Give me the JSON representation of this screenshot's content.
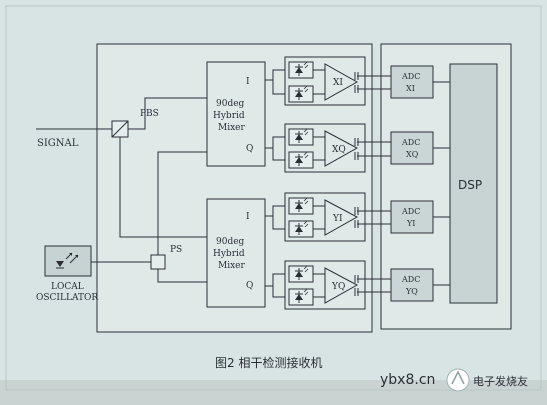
{
  "labels": {
    "signal": "SIGNAL",
    "pbs": "PBS",
    "ps": "PS",
    "local_osc_line1": "LOCAL",
    "local_osc_line2": "OSCILLATOR",
    "dsp": "DSP"
  },
  "mixers": [
    {
      "id": "top",
      "name1": "90deg",
      "name2": "Hybrid",
      "name3": "Mixer",
      "port_i": "I",
      "port_q": "Q"
    },
    {
      "id": "bottom",
      "name1": "90deg",
      "name2": "Hybrid",
      "name3": "Mixer",
      "port_i": "I",
      "port_q": "Q"
    }
  ],
  "amps": [
    "XI",
    "XQ",
    "YI",
    "YQ"
  ],
  "adcs": [
    {
      "top": "ADC",
      "bottom": "XI"
    },
    {
      "top": "ADC",
      "bottom": "XQ"
    },
    {
      "top": "ADC",
      "bottom": "YI"
    },
    {
      "top": "ADC",
      "bottom": "YQ"
    }
  ],
  "caption": "图2  相干检测接收机",
  "watermark": {
    "site": "ybx8.cn",
    "brand": "电子发烧友"
  },
  "colors": {
    "background": "#d8e4e3",
    "panel": "#dfe9e8",
    "line": "#2a2f36",
    "bottom_band": "#c9d3d2"
  }
}
